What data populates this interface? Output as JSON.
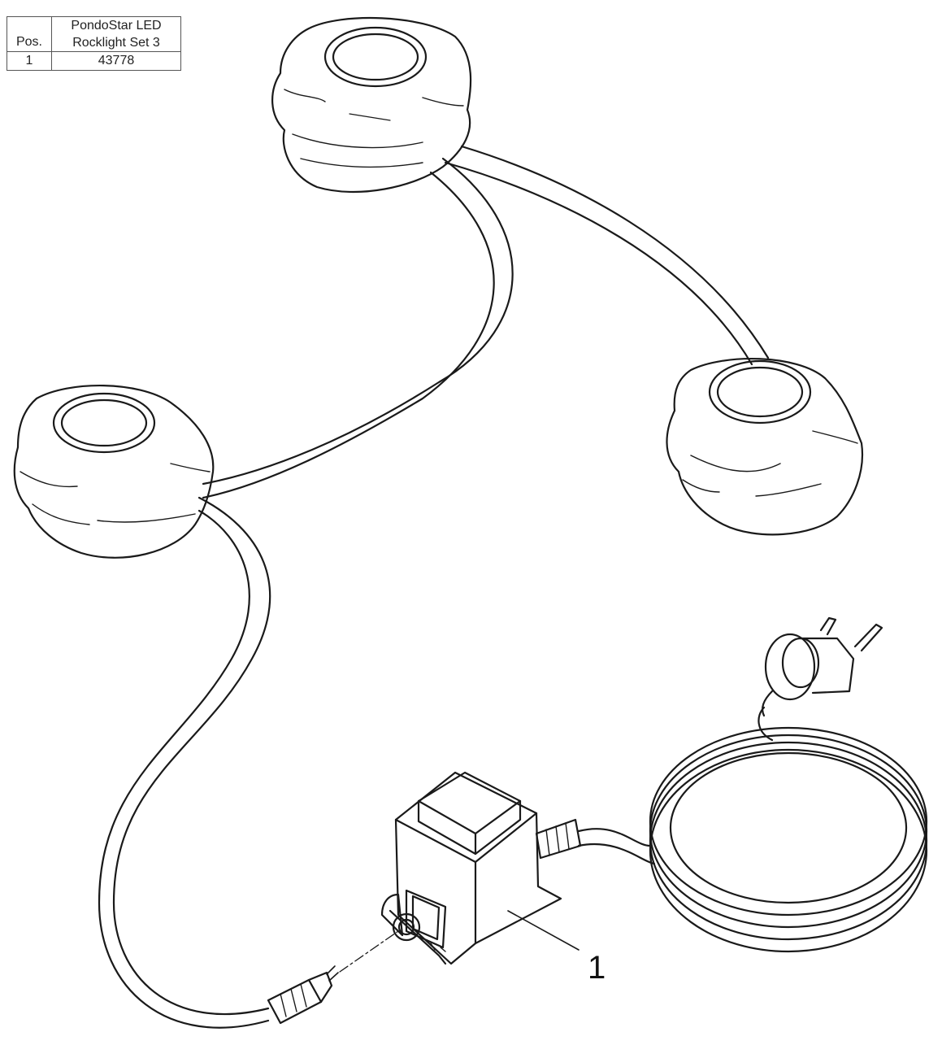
{
  "parts_table": {
    "header_pos": "Pos.",
    "header_product_line1": "PondoStar LED",
    "header_product_line2": "Rocklight Set 3",
    "rows": [
      {
        "pos": "1",
        "article": "43778"
      }
    ]
  },
  "callout_label": "1",
  "colors": {
    "line": "#1a1a1a",
    "background": "#ffffff"
  }
}
